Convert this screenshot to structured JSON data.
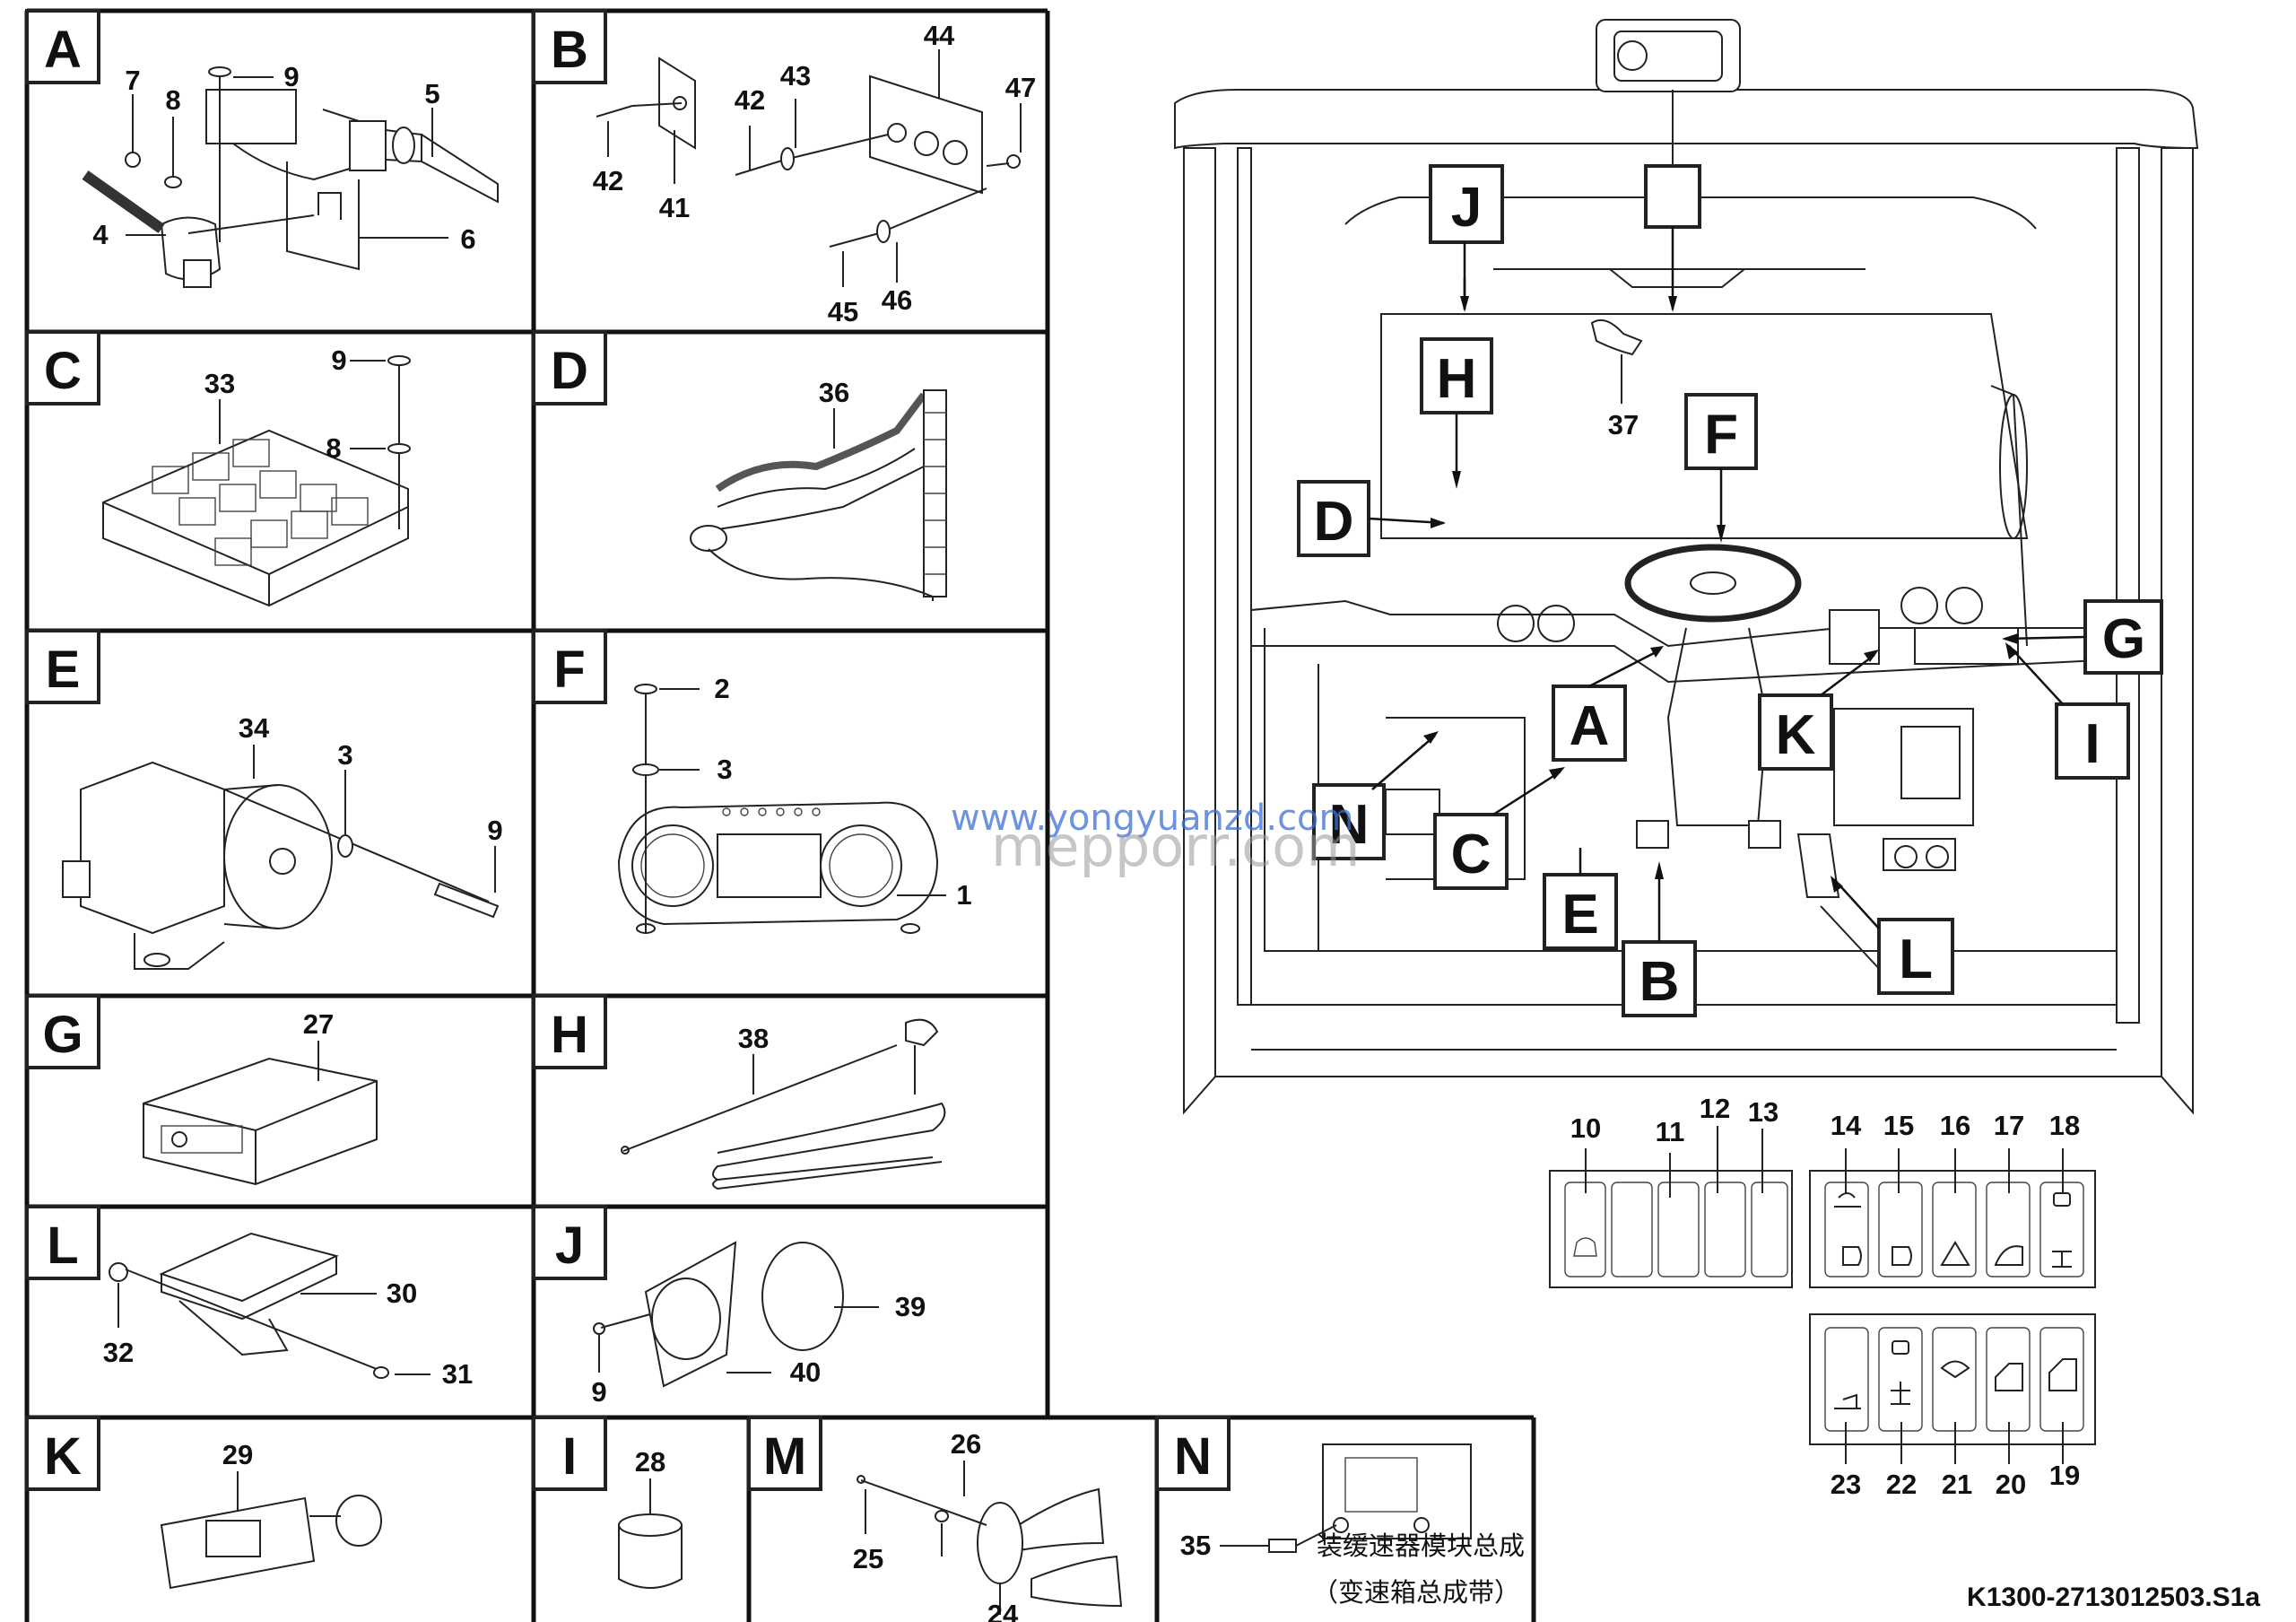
{
  "code": "K1300-2713012503.S1a",
  "watermark": {
    "line1": "www.yongyuanzd.com",
    "line2": "mepporr.com"
  },
  "panels": [
    {
      "id": "A",
      "parts": [
        "4",
        "5",
        "6",
        "7",
        "8",
        "9"
      ]
    },
    {
      "id": "B",
      "parts": [
        "41",
        "42",
        "42",
        "43",
        "44",
        "45",
        "46",
        "47"
      ]
    },
    {
      "id": "C",
      "parts": [
        "33",
        "9",
        "8"
      ]
    },
    {
      "id": "D",
      "parts": [
        "36"
      ]
    },
    {
      "id": "E",
      "parts": [
        "34",
        "3",
        "9"
      ]
    },
    {
      "id": "F",
      "parts": [
        "2",
        "3",
        "1"
      ]
    },
    {
      "id": "G",
      "parts": [
        "27"
      ]
    },
    {
      "id": "H",
      "parts": [
        "38"
      ]
    },
    {
      "id": "L",
      "parts": [
        "30",
        "31",
        "32"
      ]
    },
    {
      "id": "J",
      "parts": [
        "39",
        "40",
        "9"
      ]
    },
    {
      "id": "K",
      "parts": [
        "29"
      ]
    },
    {
      "id": "I",
      "parts": [
        "28"
      ]
    },
    {
      "id": "M",
      "parts": [
        "24",
        "25",
        "26"
      ]
    },
    {
      "id": "N",
      "parts": [
        "35"
      ],
      "text1": "装缓速器模块总成",
      "text2": "（变速箱总成带）"
    }
  ],
  "cab_labels": [
    "J",
    "H",
    "D",
    "F",
    "G",
    "A",
    "K",
    "I",
    "N",
    "C",
    "E",
    "B",
    "L"
  ],
  "cab_part": "37",
  "switch_panel_top_left": [
    "10",
    "11",
    "12",
    "13"
  ],
  "switch_panel_top_right": [
    "14",
    "15",
    "16",
    "17",
    "18"
  ],
  "switch_panel_bottom": [
    "23",
    "22",
    "21",
    "20",
    "19"
  ]
}
